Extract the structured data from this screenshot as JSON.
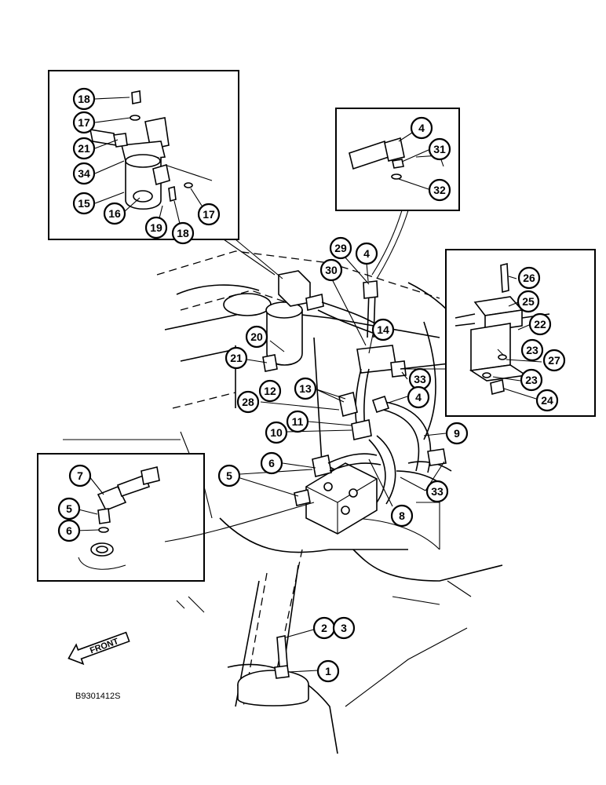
{
  "figure": {
    "code": "B9301412S",
    "front_label": "FRONT"
  },
  "callouts": [
    "1",
    "2",
    "3",
    "4",
    "5",
    "6",
    "7",
    "8",
    "9",
    "10",
    "11",
    "12",
    "13",
    "14",
    "15",
    "16",
    "17",
    "18",
    "19",
    "20",
    "21",
    "22",
    "23",
    "24",
    "25",
    "26",
    "27",
    "28",
    "29",
    "30",
    "31",
    "32",
    "33",
    "34"
  ]
}
